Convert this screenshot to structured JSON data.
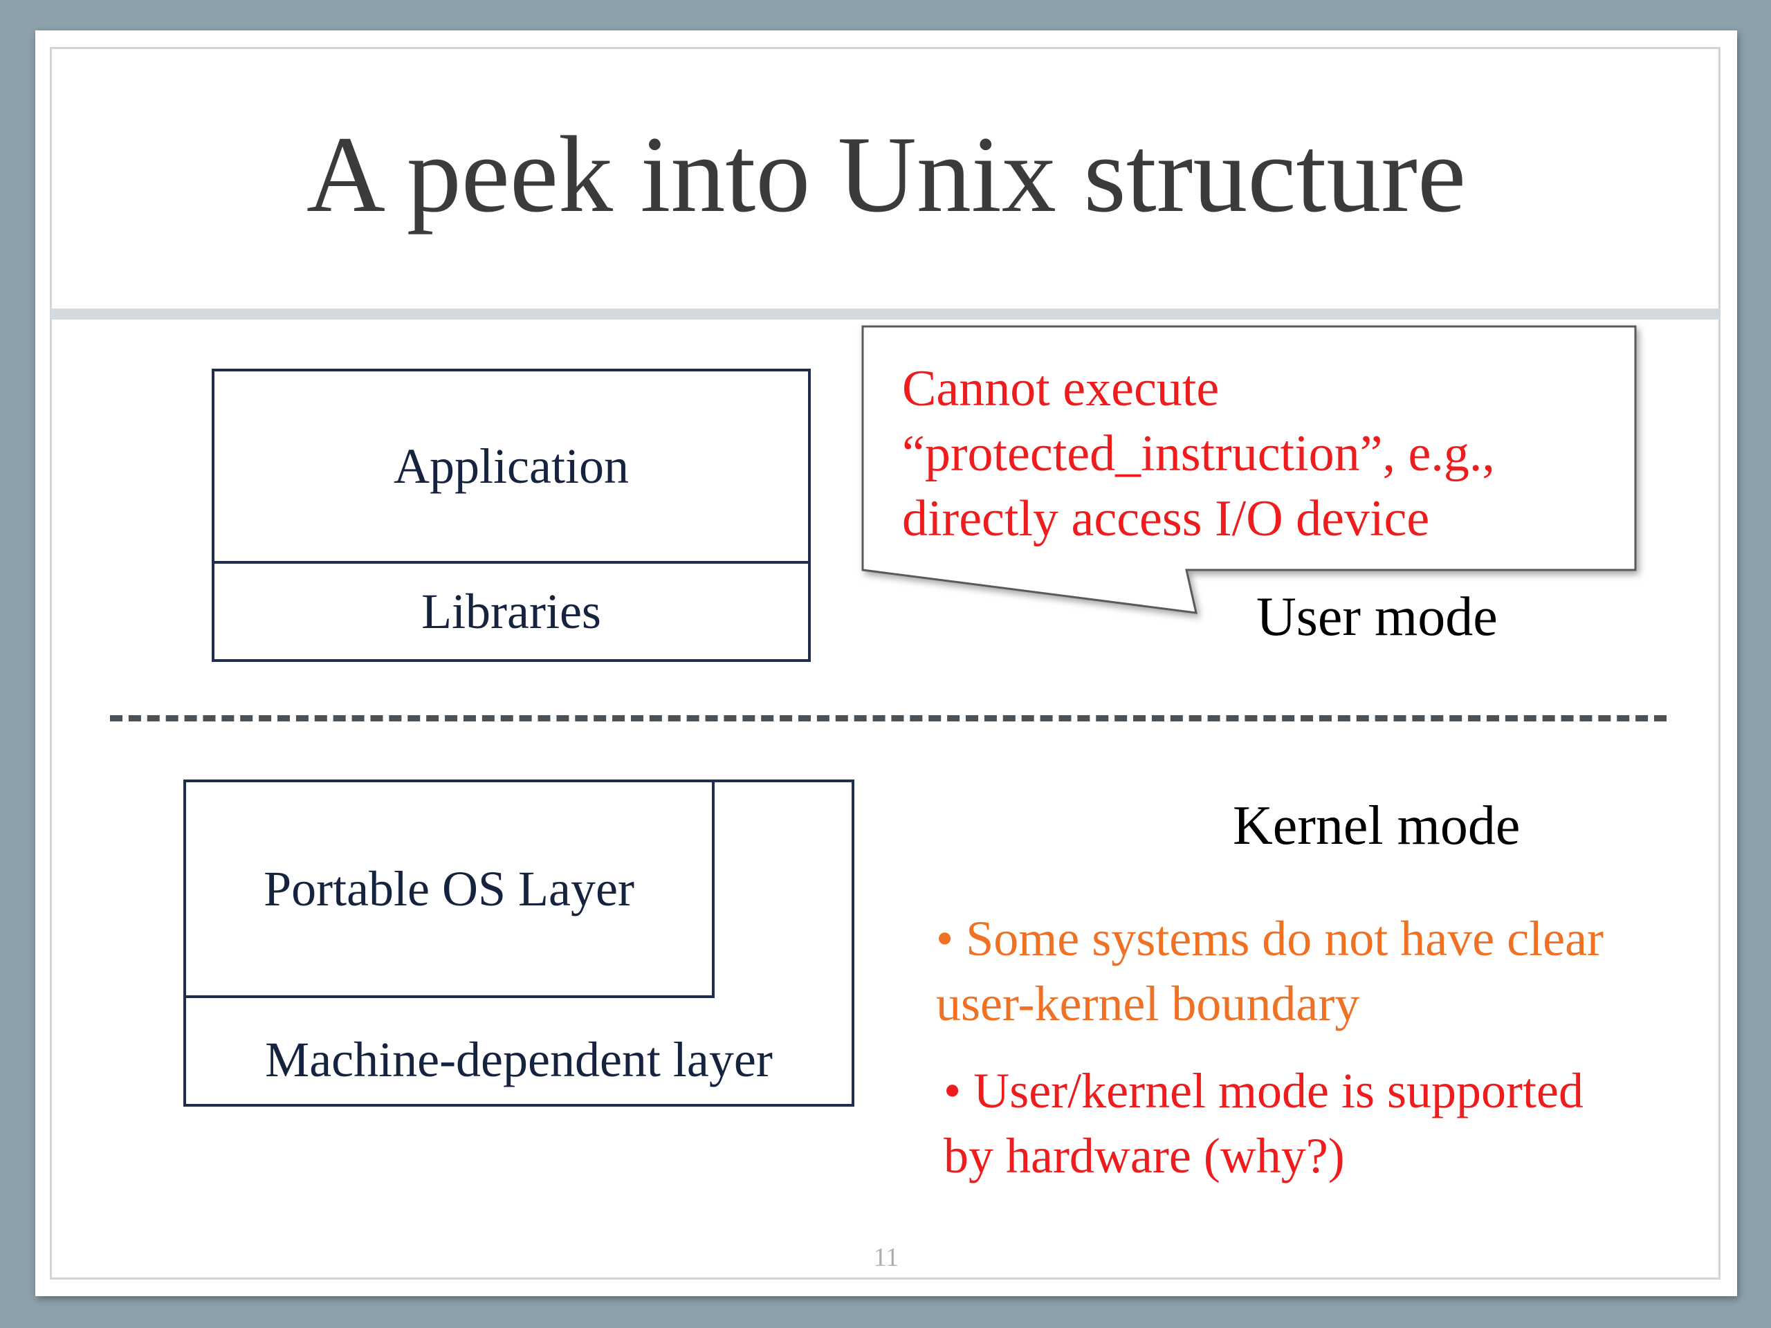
{
  "slide": {
    "title": "A peek into Unix structure",
    "page_number": "11"
  },
  "user_side": {
    "application_label": "Application",
    "libraries_label": "Libraries",
    "mode_label": "User mode"
  },
  "callout": {
    "lines": [
      "Cannot execute",
      "“protected_instruction”, e.g.,",
      "directly access I/O device"
    ]
  },
  "kernel_side": {
    "portable_label": "Portable OS Layer",
    "machine_label": "Machine-dependent layer",
    "mode_label": "Kernel mode"
  },
  "notes": [
    {
      "text": "• Some systems do not have clear user-kernel boundary"
    },
    {
      "text": "• User/kernel mode is supported by hardware (why?)"
    }
  ],
  "colors": {
    "background": "#8da1ab",
    "box_border": "#1f2e4d",
    "callout_text": "#ee1c1c",
    "orange_note": "#f07124",
    "red_note": "#ee1c1c"
  }
}
